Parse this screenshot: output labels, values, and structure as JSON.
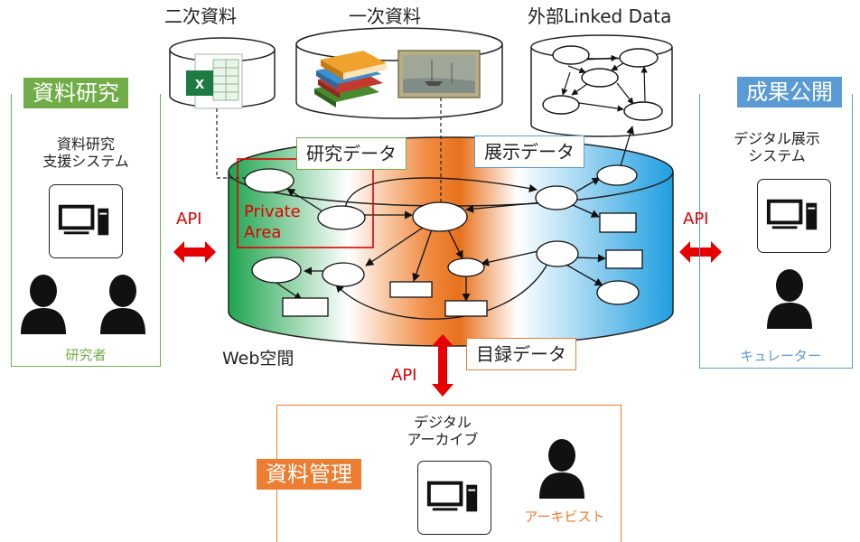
{
  "sources": {
    "secondary": "二次資料",
    "primary": "一次資料",
    "linked": "外部Linked Data"
  },
  "left_panel": {
    "tag": "資料研究",
    "system_line1": "資料研究",
    "system_line2": "支援システム",
    "role": "研究者"
  },
  "right_panel": {
    "tag": "成果公開",
    "system_line1": "デジタル展示",
    "system_line2": "システム",
    "role": "キュレーター"
  },
  "bottom_panel": {
    "tag": "資料管理",
    "system_line1": "デジタル",
    "system_line2": "アーカイブ",
    "role": "アーキビスト"
  },
  "web": {
    "label": "Web空間",
    "research_data": "研究データ",
    "exhibit_data": "展示データ",
    "catalog_data": "目録データ",
    "private_line1": "Private",
    "private_line2": "Area"
  },
  "api": {
    "left": "API",
    "right": "API",
    "bottom": "API"
  },
  "colors": {
    "research_green": "#70ad47",
    "catalog_orange": "#ed7d31",
    "exhibit_blue": "#5b9bd5",
    "private_red": "#e00000",
    "api_red": "#e00000"
  }
}
